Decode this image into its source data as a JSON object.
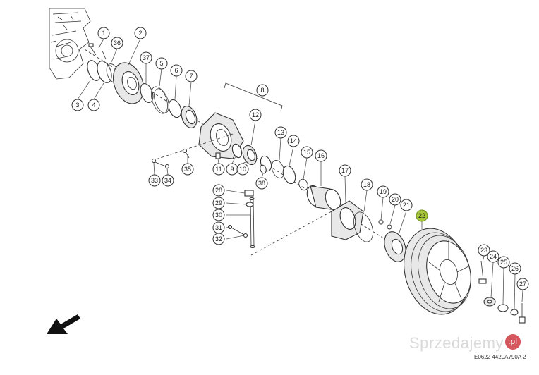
{
  "diagram": {
    "document_code": "E0622 4420A790A 2",
    "watermark": {
      "text": "Sprzedajemy",
      "suffix": ".pl"
    },
    "highlight_color": "#a8c83a",
    "callouts": [
      {
        "label": "1"
      },
      {
        "label": "2"
      },
      {
        "label": "3"
      },
      {
        "label": "4"
      },
      {
        "label": "5"
      },
      {
        "label": "6"
      },
      {
        "label": "7"
      },
      {
        "label": "8"
      },
      {
        "label": "9"
      },
      {
        "label": "10"
      },
      {
        "label": "11"
      },
      {
        "label": "12"
      },
      {
        "label": "13"
      },
      {
        "label": "14"
      },
      {
        "label": "15"
      },
      {
        "label": "16"
      },
      {
        "label": "17"
      },
      {
        "label": "18"
      },
      {
        "label": "19"
      },
      {
        "label": "20"
      },
      {
        "label": "21"
      },
      {
        "label": "22"
      },
      {
        "label": "23"
      },
      {
        "label": "24"
      },
      {
        "label": "25"
      },
      {
        "label": "26"
      },
      {
        "label": "27"
      },
      {
        "label": "28"
      },
      {
        "label": "29"
      },
      {
        "label": "30"
      },
      {
        "label": "31"
      },
      {
        "label": "32"
      },
      {
        "label": "33"
      },
      {
        "label": "34"
      },
      {
        "label": "35"
      },
      {
        "label": "36"
      },
      {
        "label": "37"
      },
      {
        "label": "38"
      }
    ]
  }
}
